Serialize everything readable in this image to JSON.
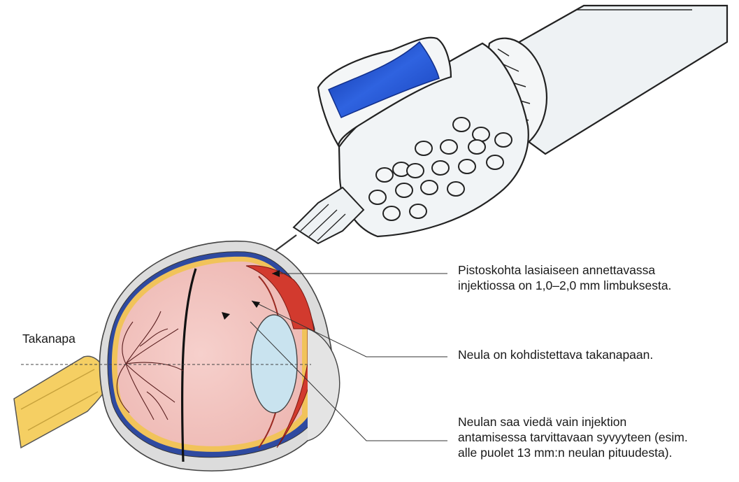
{
  "labels": {
    "posterior_pole": "Takanapa",
    "injection_site": [
      "Pistoskohta lasiaiseen annettavassa",
      "injektiossa on 1,0–2,0 mm limbuksesta."
    ],
    "needle_direction": [
      "Neula on kohdistettava takanapaan."
    ],
    "needle_depth": [
      "Neulan saa viedä vain injektion",
      "antamisessa tarvittavaan syvyyteen (esim.",
      "alle puolet 13 mm:n neulan pituudesta)."
    ]
  },
  "colors": {
    "vitreous": "#f2c4c0",
    "sclera": "#dcdcdc",
    "choroid": "#2f4aa0",
    "retina": "#f1c35a",
    "ciliary": "#d23a2e",
    "lens": "#c9e3ef",
    "optic_nerve": "#f5cf63",
    "syringe_body": "#eef2f4",
    "plunger_cap": "#1e4fc8",
    "outline": "#222222"
  }
}
